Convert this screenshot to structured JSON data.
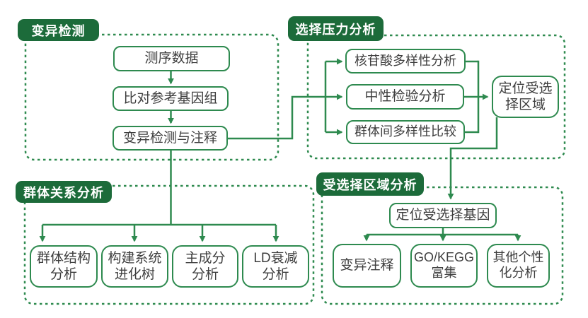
{
  "colors": {
    "badge_background": "#1c6b3a",
    "badge_text": "#ffffff",
    "line_green": "#2e8a4f",
    "node_text": "#3e3e3e",
    "background": "#ffffff"
  },
  "groups": {
    "variant_detection": {
      "badge": "变异检测"
    },
    "selection_pressure": {
      "badge": "选择压力分析"
    },
    "population_relationship": {
      "badge": "群体关系分析"
    },
    "selected_region": {
      "badge": "受选择区域分析"
    }
  },
  "nodes": {
    "seq_data": {
      "lines": [
        "测序数据"
      ]
    },
    "align_ref": {
      "lines": [
        "比对参考基因组"
      ]
    },
    "variant_call": {
      "lines": [
        "变异检测与注释"
      ]
    },
    "nucleotide_diversity": {
      "lines": [
        "核苷酸多样性分析"
      ]
    },
    "neutrality_test": {
      "lines": [
        "中性检验分析"
      ]
    },
    "interpop_diversity": {
      "lines": [
        "群体间多样性比较"
      ]
    },
    "locate_selected_region": {
      "lines": [
        "定位受选",
        "择区域"
      ]
    },
    "population_structure": {
      "lines": [
        "群体结构",
        "分析"
      ]
    },
    "phylogenetic_tree": {
      "lines": [
        "构建系统",
        "进化树"
      ]
    },
    "pca": {
      "lines": [
        "主成分",
        "分析"
      ]
    },
    "ld_decay": {
      "lines": [
        "LD衰减",
        "分析"
      ]
    },
    "locate_selected_gene": {
      "lines": [
        "定位受选择基因"
      ]
    },
    "variant_annotation": {
      "lines": [
        "变异注释"
      ]
    },
    "go_kegg_enrichment": {
      "lines": [
        "GO/KEGG",
        "富集"
      ]
    },
    "other_personalized": {
      "lines": [
        "其他个性",
        "化分析"
      ]
    }
  }
}
